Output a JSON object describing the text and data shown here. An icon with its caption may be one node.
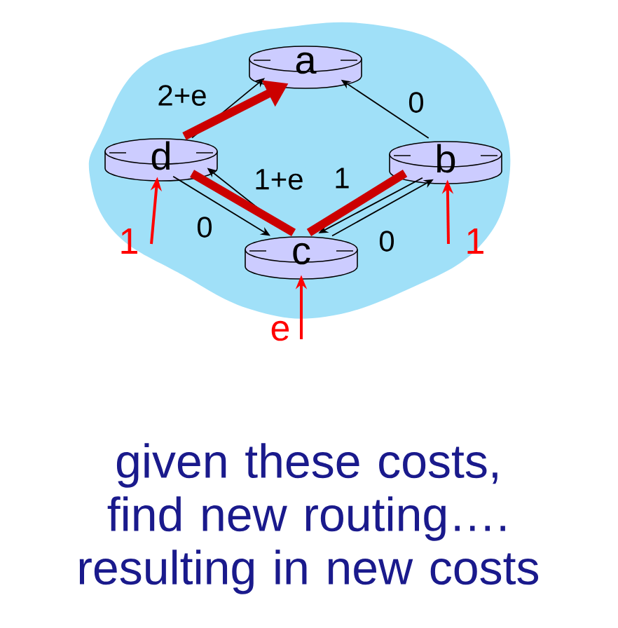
{
  "diagram": {
    "caption": "given these costs, find new routing…. resulting in new costs",
    "nodes": [
      {
        "text": [
          "a"
        ]
      },
      {
        "text": [
          "d"
        ]
      },
      {
        "text": [
          "b"
        ]
      },
      {
        "text": [
          "c"
        ]
      }
    ],
    "edges": [
      {
        "from": 1,
        "to": 0,
        "arrow": "to",
        "label": "2+e"
      },
      {
        "from": 2,
        "to": 0,
        "arrow": "to",
        "label": "0"
      },
      {
        "from": 3,
        "to": 1,
        "arrow": "to",
        "label": "1+e"
      },
      {
        "from": 1,
        "to": 3,
        "arrow": "to",
        "label": "0"
      },
      {
        "from": 2,
        "to": 3,
        "arrow": "to",
        "label": "1"
      },
      {
        "from": 3,
        "to": 2,
        "arrow": "to",
        "label": "0"
      },
      {
        "from": 2,
        "to": 3,
        "arrow": "none",
        "style": "thick",
        "color": "#cc0000"
      },
      {
        "from": 3,
        "to": 1,
        "arrow": "none",
        "style": "thick",
        "color": "#cc0000"
      },
      {
        "from": 1,
        "to": 0,
        "arrow": "to",
        "style": "thick",
        "color": "#cc0000"
      },
      {
        "from": null,
        "to": 1,
        "arrow": "to",
        "label": "1",
        "color": "#ff0000"
      },
      {
        "from": null,
        "to": 2,
        "arrow": "to",
        "label": "1",
        "color": "#ff0000"
      },
      {
        "from": null,
        "to": 3,
        "arrow": "to",
        "label": "e",
        "color": "#ff0000"
      }
    ]
  }
}
